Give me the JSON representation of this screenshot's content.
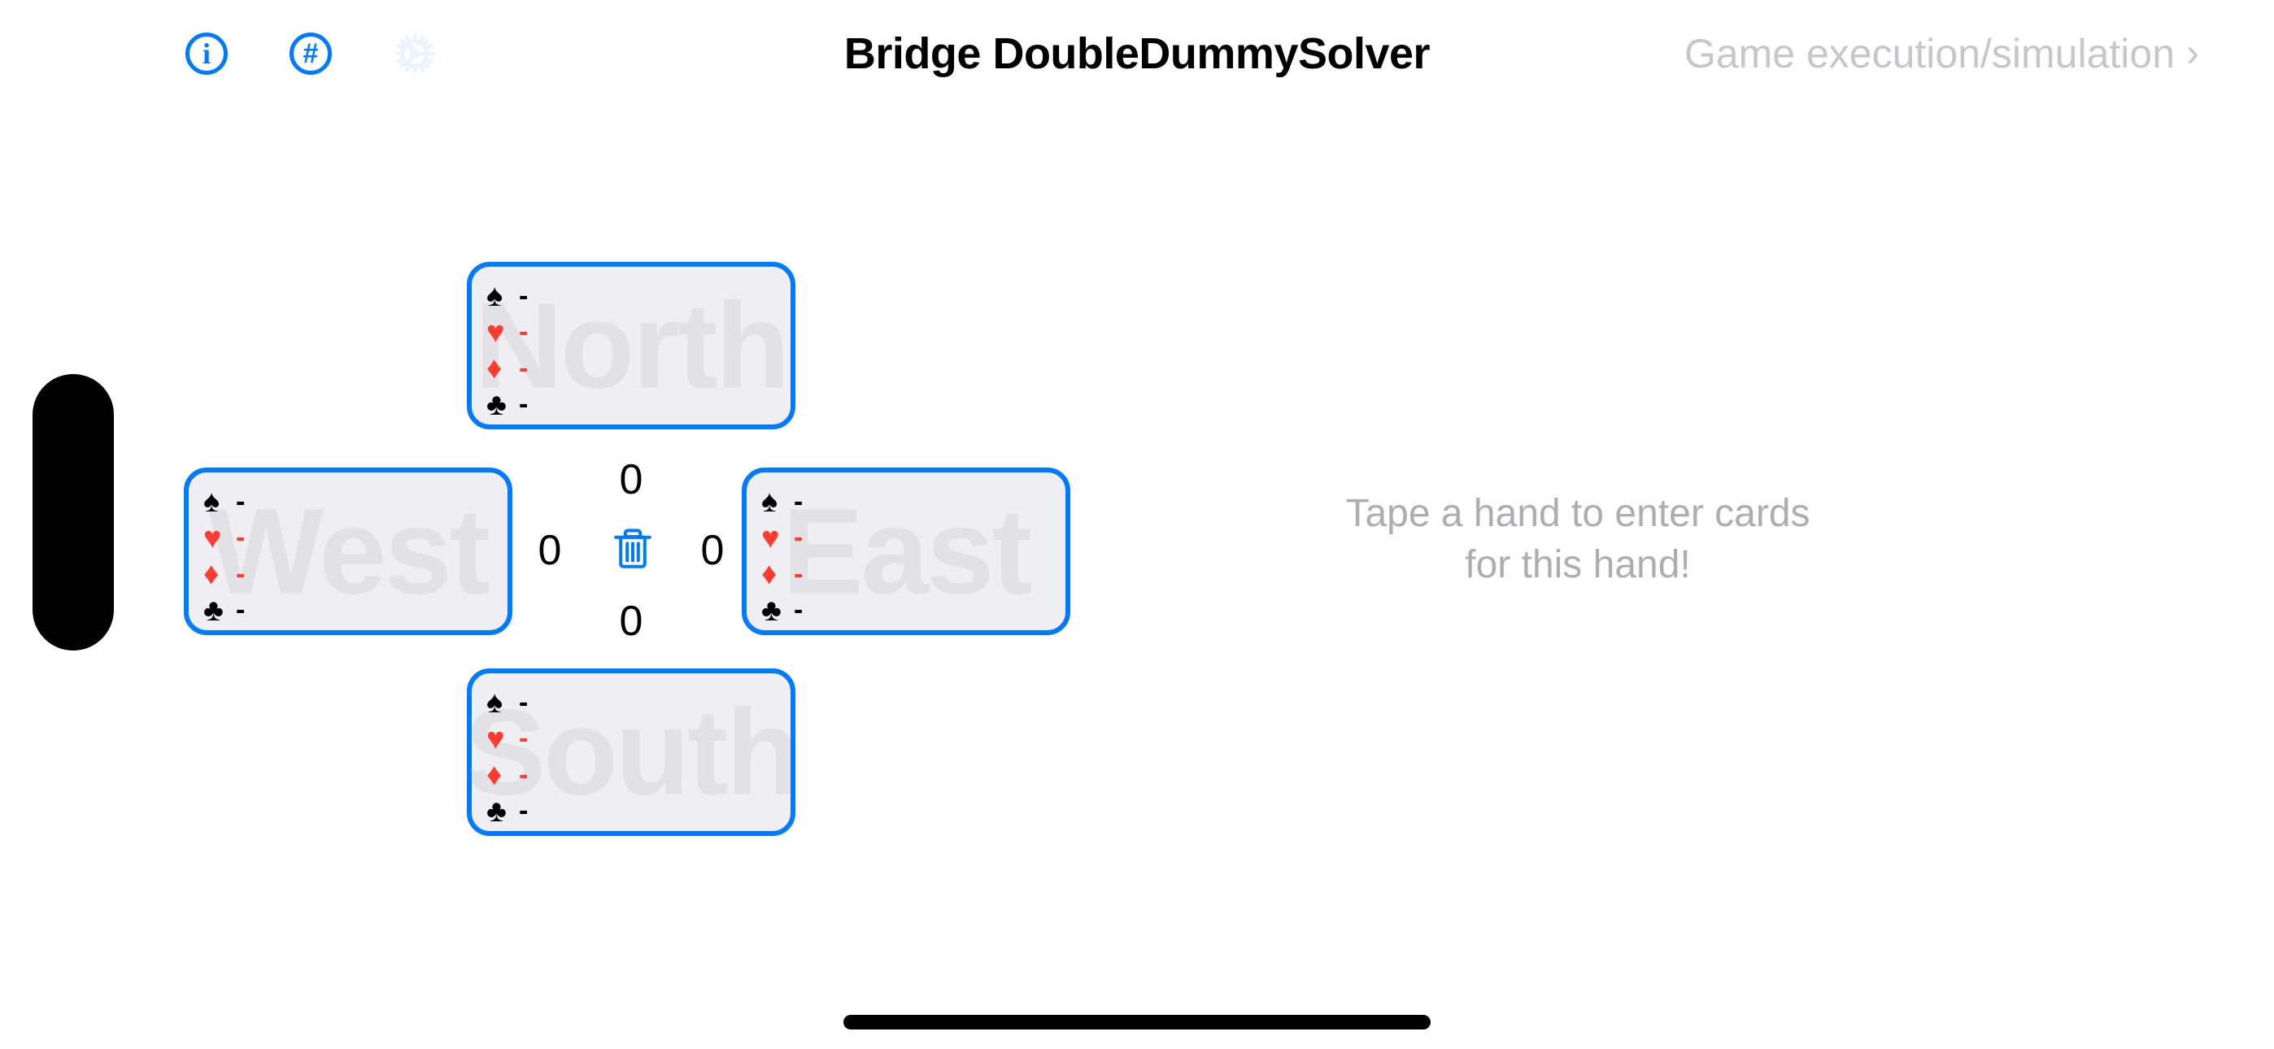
{
  "device": {
    "dynamic_island": "dynamic-island",
    "home_indicator": "home-indicator"
  },
  "header": {
    "title": "Bridge DoubleDummySolver",
    "icons": [
      {
        "name": "info-icon",
        "glyph": "i",
        "enabled": true
      },
      {
        "name": "hash-icon",
        "glyph": "#",
        "enabled": true
      },
      {
        "name": "gear-icon",
        "glyph": "gear",
        "enabled": false
      }
    ],
    "nav_right": {
      "label": "Game execution/simulation",
      "chevron": "›"
    }
  },
  "colors": {
    "accent_blue": "#007AFF",
    "card_fill": "#EFEFF3",
    "watermark": "#E2E2E6",
    "red_suit": "#FF3B30",
    "muted_text": "#AEAEB2",
    "nav_muted": "#C6C6CB"
  },
  "suits": {
    "spade": "♠",
    "heart": "♥",
    "diamond": "♦",
    "club": "♣"
  },
  "hands": {
    "north": {
      "label": "North",
      "rows": [
        {
          "suit": "♠",
          "color": "black",
          "cards": "-"
        },
        {
          "suit": "♥",
          "color": "red",
          "cards": "-"
        },
        {
          "suit": "♦",
          "color": "red",
          "cards": "-"
        },
        {
          "suit": "♣",
          "color": "black",
          "cards": "-"
        }
      ]
    },
    "west": {
      "label": "West",
      "rows": [
        {
          "suit": "♠",
          "color": "black",
          "cards": "-"
        },
        {
          "suit": "♥",
          "color": "red",
          "cards": "-"
        },
        {
          "suit": "♦",
          "color": "red",
          "cards": "-"
        },
        {
          "suit": "♣",
          "color": "black",
          "cards": "-"
        }
      ]
    },
    "east": {
      "label": "East",
      "rows": [
        {
          "suit": "♠",
          "color": "black",
          "cards": "-"
        },
        {
          "suit": "♥",
          "color": "red",
          "cards": "-"
        },
        {
          "suit": "♦",
          "color": "red",
          "cards": "-"
        },
        {
          "suit": "♣",
          "color": "black",
          "cards": "-"
        }
      ]
    },
    "south": {
      "label": "South",
      "rows": [
        {
          "suit": "♠",
          "color": "black",
          "cards": "-"
        },
        {
          "suit": "♥",
          "color": "red",
          "cards": "-"
        },
        {
          "suit": "♦",
          "color": "red",
          "cards": "-"
        },
        {
          "suit": "♣",
          "color": "black",
          "cards": "-"
        }
      ]
    }
  },
  "tricks": {
    "north": "0",
    "south": "0",
    "west": "0",
    "east": "0"
  },
  "center": {
    "clear_icon": "trash-icon"
  },
  "hint": {
    "line1": "Tape a hand to enter cards",
    "line2": "for this hand!"
  }
}
